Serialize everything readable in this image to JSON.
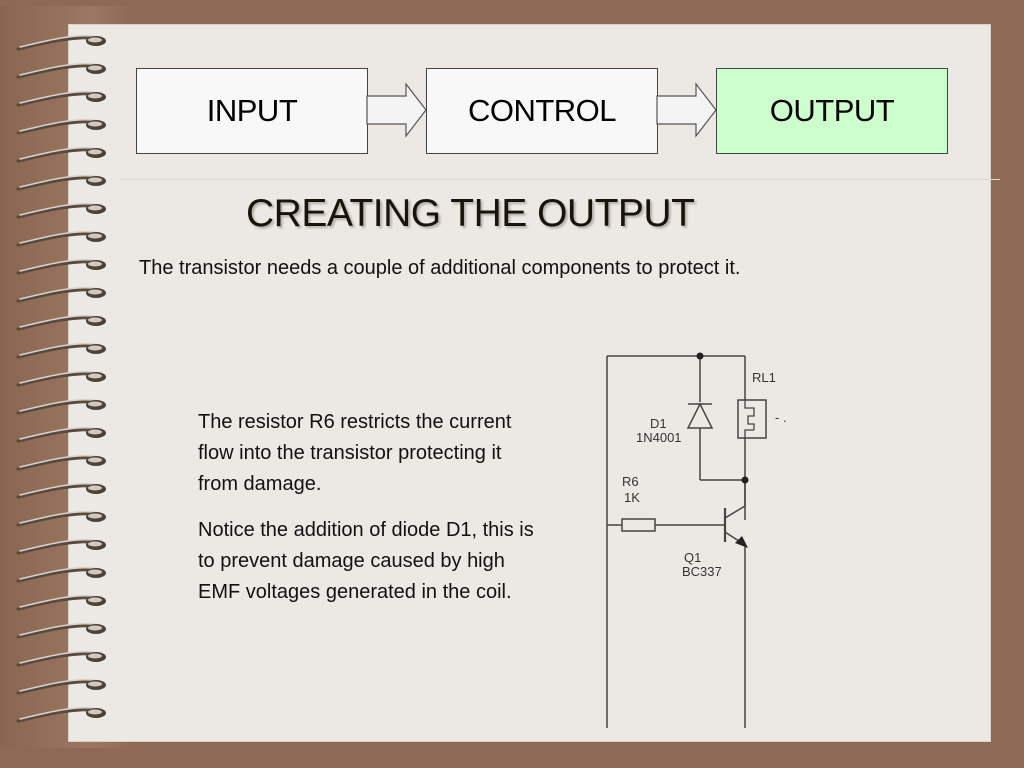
{
  "flow": {
    "input": "INPUT",
    "control": "CONTROL",
    "output": "OUTPUT"
  },
  "title": "CREATING THE OUTPUT",
  "subtitle": "The transistor needs a couple of additional components to protect it.",
  "paragraphs": [
    "The resistor R6 restricts the current flow into the transistor protecting it from damage.",
    "Notice the addition of diode D1, this is to prevent damage caused by high EMF voltages generated in the coil."
  ],
  "circuit": {
    "relay_label": "RL1",
    "diode_label": "D1",
    "diode_part": "1N4001",
    "resistor_label": "R6",
    "resistor_value": "1K",
    "transistor_label": "Q1",
    "transistor_part": "BC337",
    "relay_contact_marker": "- ."
  },
  "colors": {
    "background": "#8e6a55",
    "page": "#ece8e4",
    "output_box": "#ccffcc"
  }
}
